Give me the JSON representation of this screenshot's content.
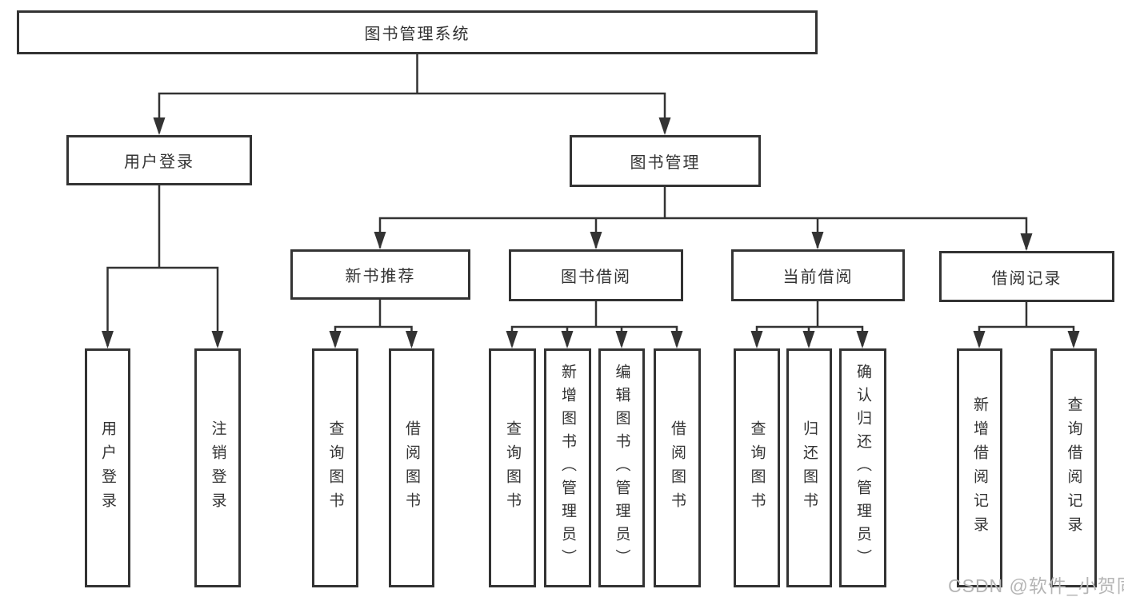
{
  "tree": {
    "root": "图书管理系统",
    "branches": [
      {
        "label": "用户登录",
        "children": [
          "用户登录",
          "注销登录"
        ]
      },
      {
        "label": "图书管理",
        "children": [
          {
            "label": "新书推荐",
            "children": [
              "查询图书",
              "借阅图书"
            ]
          },
          {
            "label": "图书借阅",
            "children": [
              "查询图书",
              "新增图书（管理员）",
              "编辑图书（管理员）",
              "借阅图书"
            ]
          },
          {
            "label": "当前借阅",
            "children": [
              "查询图书",
              "归还图书",
              "确认归还（管理员）"
            ]
          },
          {
            "label": "借阅记录",
            "children": [
              "新增借阅记录",
              "查询借阅记录"
            ]
          }
        ]
      }
    ]
  },
  "watermark": {
    "text": "CSDN @软件_小贺同学"
  },
  "colors": {
    "line": "#333333",
    "text": "#333333",
    "box_background": "#ffffff",
    "watermark_text": "#b5b5b5"
  }
}
